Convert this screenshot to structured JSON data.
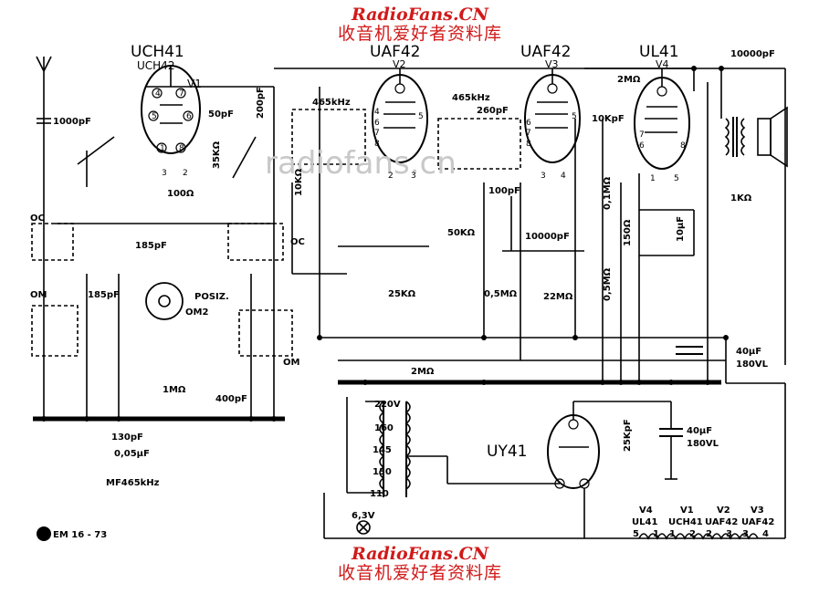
{
  "watermark": {
    "site": "RadioFans.CN",
    "subtitle": "收音机爱好者资料库",
    "center": "radiofans.cn"
  },
  "tubes": {
    "v1": {
      "name": "UCH41",
      "alt": "UCH42",
      "ref": "V1"
    },
    "v2": {
      "name": "UAF42",
      "ref": "V2"
    },
    "v3": {
      "name": "UAF42",
      "ref": "V3"
    },
    "v4": {
      "name": "UL41",
      "ref": "V4"
    },
    "rect": {
      "name": "UY41"
    }
  },
  "labels": {
    "c_ant": "1000pF",
    "c_50": "50pF",
    "c_200": "200pF",
    "r_100": "100Ω",
    "r_35k": "35KΩ",
    "if1": "465kHz",
    "if2": "465kHz",
    "c_260": "260pF",
    "r_10k": "10KΩ",
    "c_100": "100pF",
    "r_50k": "50KΩ",
    "r_25k": "25KΩ",
    "c_10000a": "10000pF",
    "c_10000b": "10000pF",
    "pot": "0,5MΩ",
    "r_22m": "22MΩ",
    "r_2m_top": "2MΩ",
    "c_10k": "10KpF",
    "r_01m": "0,1MΩ",
    "r_150": "150Ω",
    "r_05m": "0,5MΩ",
    "c_10u": "10μF",
    "r_1k": "1KΩ",
    "oc1": "OC",
    "oc2": "OC",
    "om1": "OM",
    "om2": "OM",
    "om_sw": "OM2",
    "posiz": "POSIZ.",
    "c_185": "185pF",
    "c_185b": "185pF",
    "r_1m": "1MΩ",
    "c_400": "400pF",
    "r_2m_mid": "2MΩ",
    "c_40a_v": "40μF",
    "c_40a_vl": "180VL",
    "c_40b_v": "40μF",
    "c_40b_vl": "180VL",
    "c_25k": "25KpF",
    "tap_220": "220V",
    "tap_160": "160",
    "tap_145": "145",
    "tap_130": "130",
    "tap_110": "110",
    "lamp": "6,3V",
    "legend_1": "130pF",
    "legend_2": "0,05μF",
    "mf": "MF465kHz",
    "code": "EM 16 - 73"
  },
  "pins": {
    "v1": [
      "1",
      "2",
      "3",
      "4",
      "5",
      "6",
      "7",
      "8"
    ],
    "v2": [
      "2",
      "3",
      "4",
      "5",
      "6",
      "7",
      "8"
    ],
    "v3": [
      "3",
      "4",
      "5",
      "6",
      "7",
      "8"
    ],
    "v4": [
      "1",
      "5",
      "6",
      "7",
      "8"
    ]
  },
  "heater_chain": {
    "tubes": [
      "UL41",
      "UCH41",
      "UAF42",
      "UAF42"
    ],
    "refs": [
      "V4",
      "V1",
      "V2",
      "V3"
    ],
    "pins": [
      "5",
      "1",
      "1",
      "2",
      "2",
      "3",
      "3",
      "4"
    ]
  }
}
